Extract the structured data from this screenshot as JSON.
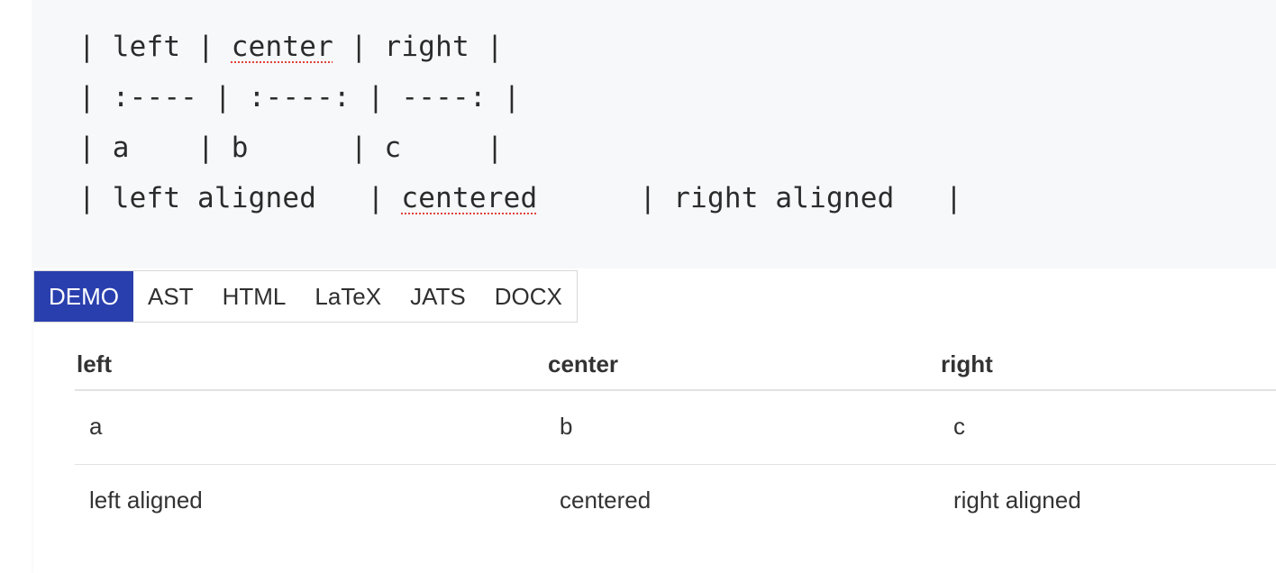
{
  "source": {
    "lines": [
      {
        "pre": "| left | ",
        "spell": "center",
        "post": " | right |"
      },
      {
        "pre": "| :---- | :----: | ----: |",
        "spell": "",
        "post": ""
      },
      {
        "pre": "| a    | b      | c     |",
        "spell": "",
        "post": ""
      },
      {
        "pre": "| left aligned   | ",
        "spell": "centered",
        "post": "      | right aligned   |"
      }
    ]
  },
  "tabs": [
    {
      "label": "DEMO",
      "active": true
    },
    {
      "label": "AST",
      "active": false
    },
    {
      "label": "HTML",
      "active": false
    },
    {
      "label": "LaTeX",
      "active": false
    },
    {
      "label": "JATS",
      "active": false
    },
    {
      "label": "DOCX",
      "active": false
    }
  ],
  "table": {
    "headers": [
      "left",
      "center",
      "right"
    ],
    "rows": [
      [
        "a",
        "b",
        "c"
      ],
      [
        "left aligned",
        "centered",
        "right aligned"
      ]
    ]
  },
  "colors": {
    "accent": "#2a3fae",
    "editor_bg": "#f7f8fa",
    "spellcheck": "#e0413a"
  }
}
